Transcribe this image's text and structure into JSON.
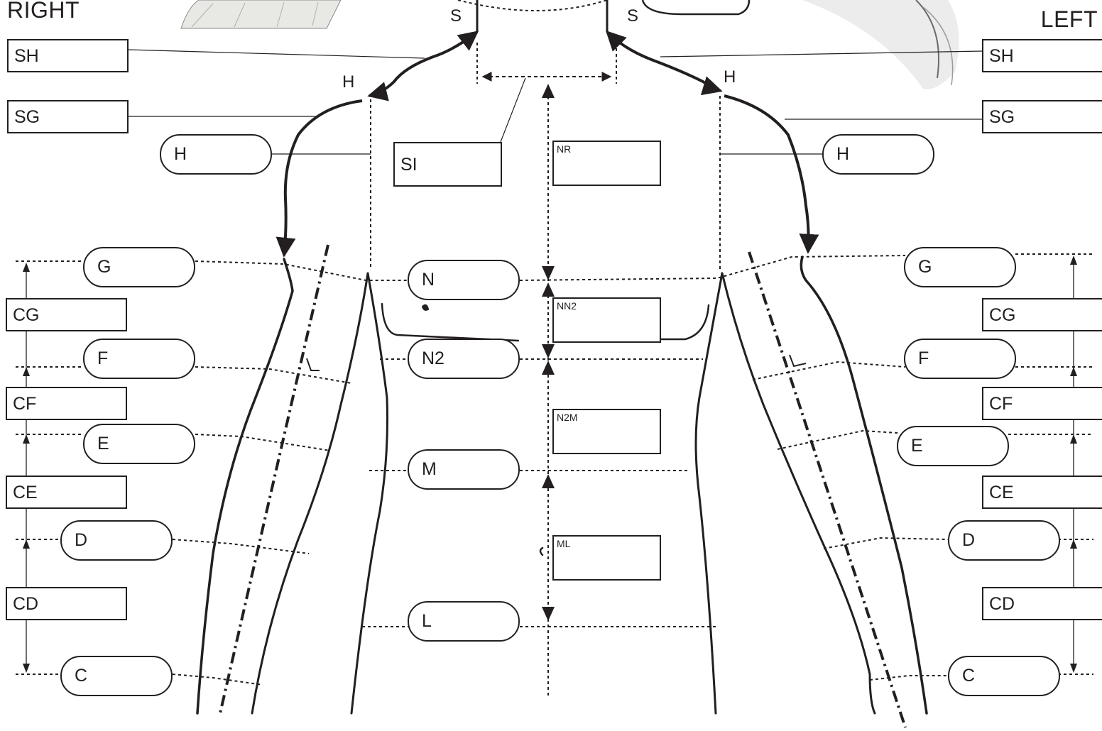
{
  "sides": {
    "right": "RIGHT",
    "left": "LEFT"
  },
  "markers": {
    "s": "S",
    "h": "H",
    "l": "L"
  },
  "right_boxes": {
    "sh": "SH",
    "sg": "SG",
    "cg": "CG",
    "cf": "CF",
    "ce": "CE",
    "cd": "CD"
  },
  "left_boxes": {
    "sh": "SH",
    "sg": "SG",
    "cg": "CG",
    "cf": "CF",
    "ce": "CE",
    "cd": "CD"
  },
  "right_pills": {
    "h": "H",
    "g": "G",
    "f": "F",
    "e": "E",
    "d": "D",
    "c": "C"
  },
  "left_pills": {
    "h": "H",
    "g": "G",
    "f": "F",
    "e": "E",
    "d": "D",
    "c": "C"
  },
  "center_pills": {
    "n": "N",
    "n2": "N2",
    "m": "M",
    "l": "L"
  },
  "center_boxes": {
    "si": "SI",
    "nr": "NR",
    "nn2": "NN2",
    "n2m": "N2M",
    "ml": "ML"
  },
  "colors": {
    "ink": "#231f20",
    "paper": "#ffffff",
    "photo_shade": "#d9d9d9"
  }
}
